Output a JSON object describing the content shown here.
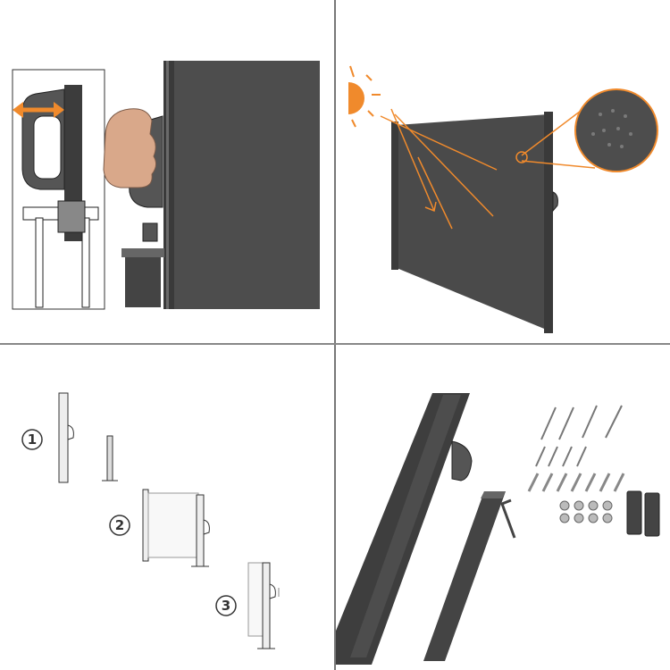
{
  "colors": {
    "fabric": "#4d4d4d",
    "frame": "#3e3e3e",
    "accent_orange": "#f08a2c",
    "divider": "#808080"
  },
  "panels": {
    "handle_closeup": {
      "icons": [
        "double-arrow-icon",
        "hand-icon"
      ]
    },
    "sun_protection": {
      "icons": [
        "sun-icon",
        "magnifier-icon"
      ]
    },
    "installation_steps": {
      "steps": [
        "1",
        "2",
        "3"
      ]
    },
    "hardware_kit": {
      "icons": [
        "screw-icon",
        "dowel-icon",
        "washer-icon",
        "hex-key-icon",
        "bracket-icon"
      ]
    }
  }
}
